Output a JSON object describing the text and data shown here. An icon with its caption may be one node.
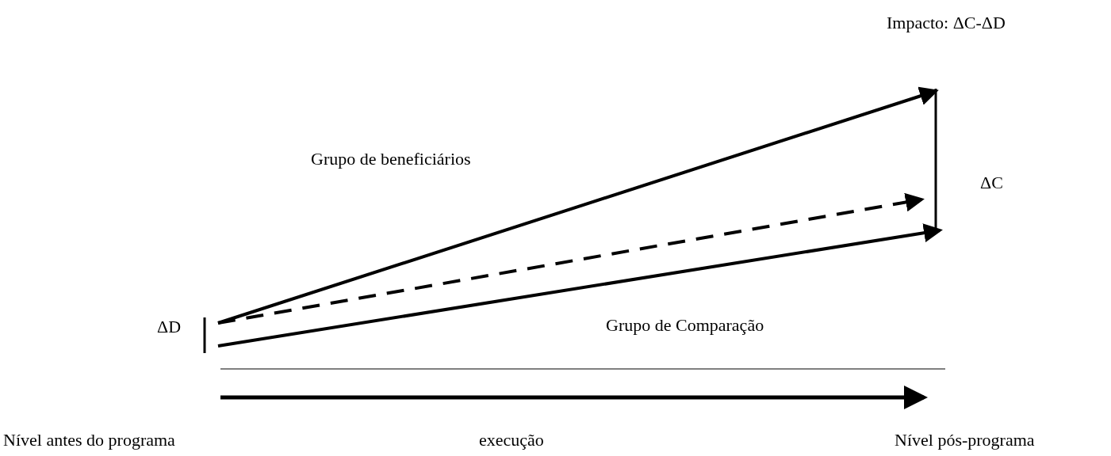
{
  "diagram": {
    "labels": [
      "Impacto: ΔC-ΔD",
      "Grupo de beneficiários",
      "ΔC",
      "ΔD",
      "Grupo de Comparação",
      "Nível antes do programa",
      "execução",
      "Nível pós-programa"
    ]
  }
}
